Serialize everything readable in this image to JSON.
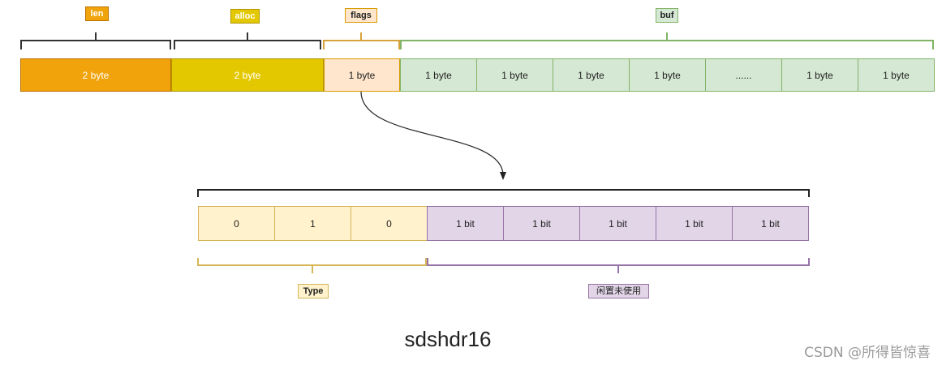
{
  "top_labels": {
    "len": "len",
    "alloc": "alloc",
    "flags": "flags",
    "buf": "buf"
  },
  "top_row": [
    "2 byte",
    "2 byte",
    "1 byte",
    "1 byte",
    "1 byte",
    "1 byte",
    "1 byte",
    "......",
    "1 byte",
    "1 byte"
  ],
  "bottom_row": [
    "0",
    "1",
    "0",
    "1 bit",
    "1 bit",
    "1 bit",
    "1 bit",
    "1 bit"
  ],
  "bottom_labels": {
    "type": "Type",
    "unused": "闲置未使用"
  },
  "title": "sdshdr16",
  "watermark": "CSDN @所得皆惊喜",
  "colors": {
    "len": "#F0A30A",
    "alloc": "#E3C800",
    "flags": "#FFE6CC",
    "buf": "#D5E8D4",
    "type": "#FFF2CC",
    "unused": "#E1D5E7"
  }
}
